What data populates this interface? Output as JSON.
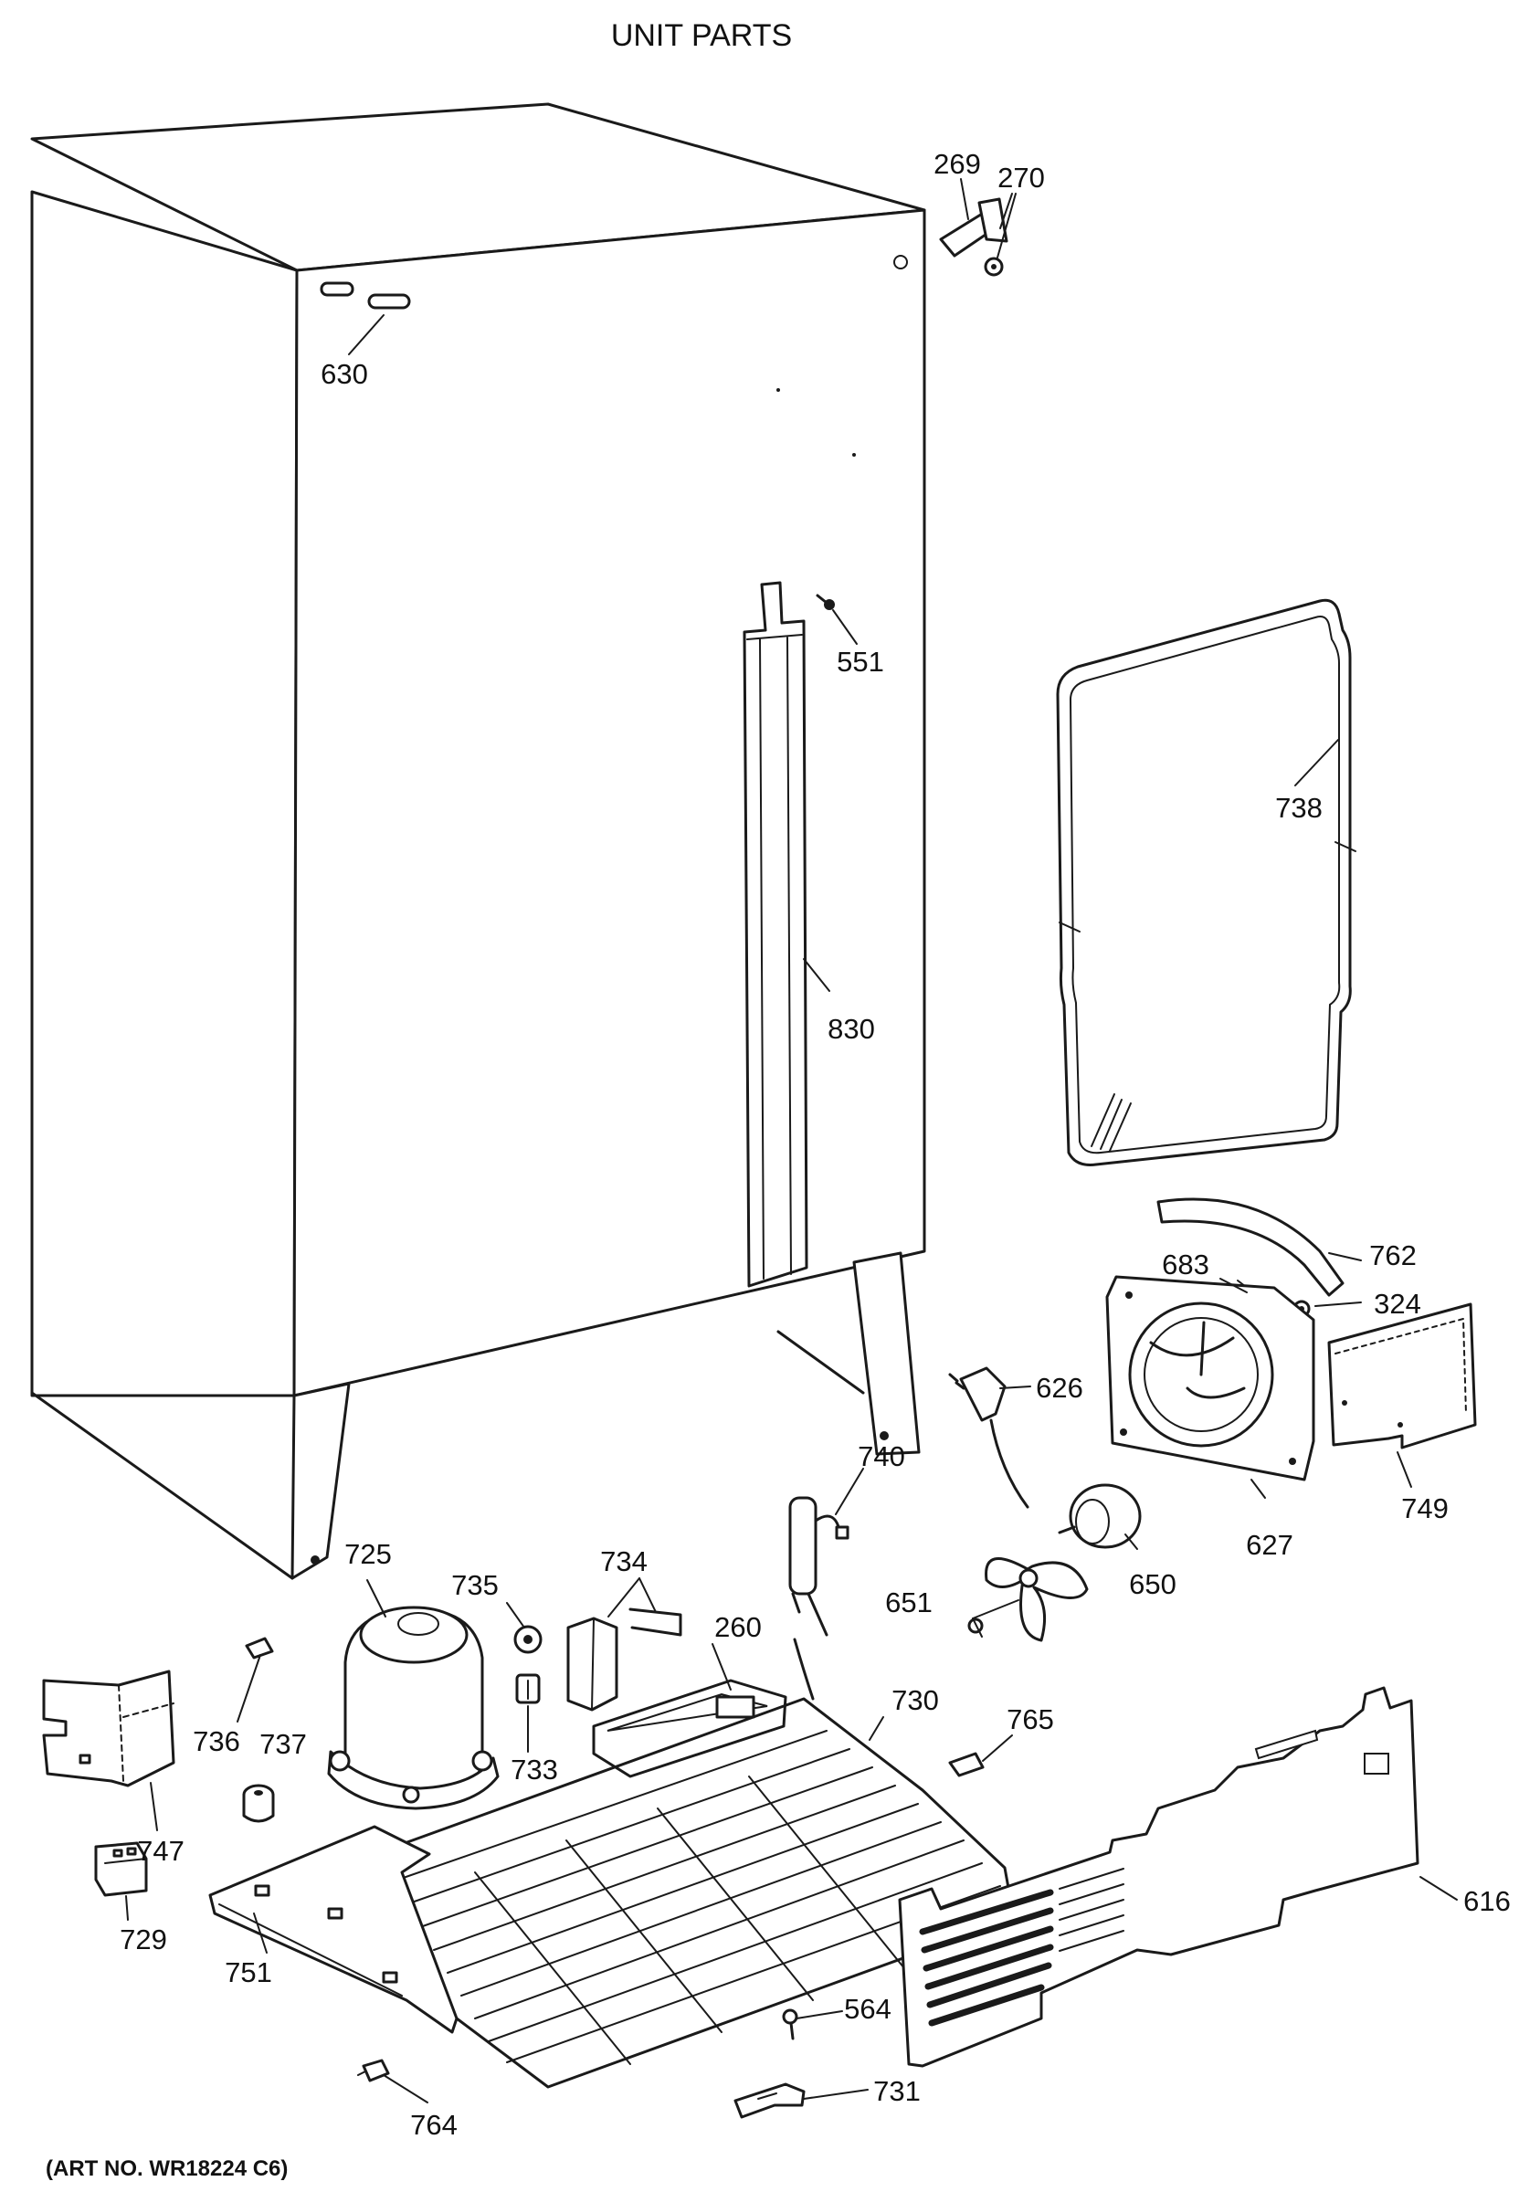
{
  "title": "UNIT PARTS",
  "art_number": "(ART NO. WR18224 C6)",
  "callouts": [
    {
      "id": "269",
      "label": "269"
    },
    {
      "id": "270",
      "label": "270"
    },
    {
      "id": "630",
      "label": "630"
    },
    {
      "id": "551",
      "label": "551"
    },
    {
      "id": "738",
      "label": "738"
    },
    {
      "id": "830",
      "label": "830"
    },
    {
      "id": "762",
      "label": "762"
    },
    {
      "id": "683",
      "label": "683"
    },
    {
      "id": "324",
      "label": "324"
    },
    {
      "id": "626",
      "label": "626"
    },
    {
      "id": "740",
      "label": "740"
    },
    {
      "id": "749",
      "label": "749"
    },
    {
      "id": "627",
      "label": "627"
    },
    {
      "id": "650",
      "label": "650"
    },
    {
      "id": "651",
      "label": "651"
    },
    {
      "id": "725",
      "label": "725"
    },
    {
      "id": "735",
      "label": "735"
    },
    {
      "id": "734",
      "label": "734"
    },
    {
      "id": "260",
      "label": "260"
    },
    {
      "id": "730",
      "label": "730"
    },
    {
      "id": "765",
      "label": "765"
    },
    {
      "id": "736",
      "label": "736"
    },
    {
      "id": "737",
      "label": "737"
    },
    {
      "id": "733",
      "label": "733"
    },
    {
      "id": "747",
      "label": "747"
    },
    {
      "id": "729",
      "label": "729"
    },
    {
      "id": "751",
      "label": "751"
    },
    {
      "id": "616",
      "label": "616"
    },
    {
      "id": "564",
      "label": "564"
    },
    {
      "id": "731",
      "label": "731"
    },
    {
      "id": "764",
      "label": "764"
    }
  ]
}
